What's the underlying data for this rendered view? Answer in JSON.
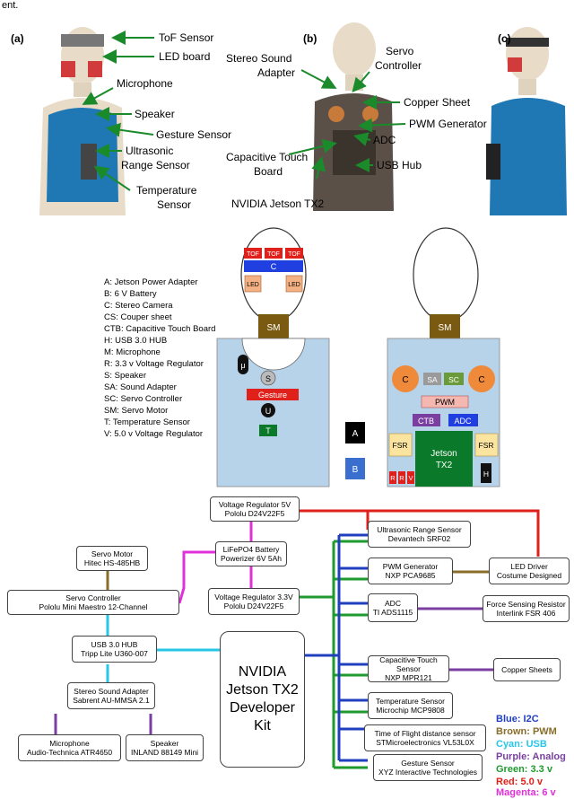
{
  "top_fragment": "ent.",
  "panels": {
    "a": {
      "label": "(a)",
      "labels": [
        "ToF Sensor",
        "LED board",
        "Microphone",
        "Speaker",
        "Gesture Sensor",
        "Ultrasonic",
        "Range Sensor",
        "Temperature",
        "Sensor"
      ]
    },
    "b": {
      "label": "(b)",
      "labels": [
        "Servo",
        "Controller",
        "Stereo Sound",
        "Adapter",
        "Copper Sheet",
        "PWM Generator",
        "ADC",
        "Capacitive Touch",
        "Board",
        "USB Hub",
        "NVIDIA Jetson TX2"
      ]
    },
    "c": {
      "label": "(c)"
    }
  },
  "key": [
    "A: Jetson Power Adapter",
    "B: 6 V Battery",
    "C: Stereo Camera",
    "CS: Couper sheet",
    "CTB: Capacitive Touch Board",
    "H: USB 3.0 HUB",
    "M: Microphone",
    "R: 3.3 v Voltage Regulator",
    "S: Speaker",
    "SA: Sound Adapter",
    "SC: Servo Controller",
    "SM: Servo Motor",
    "T: Temperature Sensor",
    "V: 5.0 v Voltage Regulator"
  ],
  "front_layout": {
    "tof": [
      "TOF",
      "TOF",
      "TOF"
    ],
    "camera": "C",
    "led": [
      "LED",
      "LED"
    ],
    "sm": "SM",
    "mu": "μ",
    "speaker": "S",
    "gesture": "Gesture",
    "ultrasonic": "U",
    "temperature": "T"
  },
  "middle_tags": {
    "a": "A",
    "b": "B"
  },
  "back_layout": {
    "sm": "SM",
    "cam_left": "C",
    "cam_right": "C",
    "sa": "SA",
    "sc": "SC",
    "pwm": "PWM",
    "ctb": "CTB",
    "adc": "ADC",
    "fsr_left": "FSR",
    "fsr_right": "FSR",
    "jetson": [
      "Jetson",
      "TX2"
    ],
    "h": "H",
    "rrv": [
      "R",
      "R",
      "V"
    ]
  },
  "block": {
    "vreg5": [
      "Voltage Regulator 5V",
      "Pololu D24V22F5"
    ],
    "servo_motor": [
      "Servo Motor",
      "Hitec HS-485HB"
    ],
    "battery": [
      "LiFePO4 Battery",
      "Powerizer 6V 5Ah"
    ],
    "servo_ctrl": [
      "Servo Controller",
      "Pololu Mini Maestro 12-Channel"
    ],
    "vreg33": [
      "Voltage Regulator 3.3V",
      "Pololu D24V22F5"
    ],
    "usb_hub": [
      "USB 3.0 HUB",
      "Tripp Lite U360-007"
    ],
    "sound_adapter": [
      "Stereo Sound Adapter",
      "Sabrent AU-MMSA 2.1"
    ],
    "microphone": [
      "Microphone",
      "Audio-Technica ATR4650"
    ],
    "speaker": [
      "Speaker",
      "INLAND 88149 Mini"
    ],
    "jetson": [
      "NVIDIA",
      "Jetson TX2",
      "Developer",
      "Kit"
    ],
    "ultrasonic": [
      "Ultrasonic Range Sensor",
      "Devantech SRF02"
    ],
    "pwm": [
      "PWM Generator",
      "NXP PCA9685"
    ],
    "led_driver": [
      "LED Driver",
      "Costume Designed"
    ],
    "adc": [
      "ADC",
      "TI ADS1115"
    ],
    "fsr": [
      "Force Sensing Resistor",
      "Interlink FSR 406"
    ],
    "cap_touch": [
      "Capacitive Touch Sensor",
      "NXP MPR121"
    ],
    "copper": [
      "Copper Sheets"
    ],
    "temp": [
      "Temperature Sensor",
      "Microchip MCP9808"
    ],
    "tof": [
      "Time of Flight distance sensor",
      "STMicroelectronics VL53L0X"
    ],
    "gesture": [
      "Gesture Sensor",
      "XYZ Interactive Technologies"
    ]
  },
  "legend": [
    {
      "text": "Blue: I2C",
      "color": "#1f3fbf"
    },
    {
      "text": "Brown: PWM",
      "color": "#8a6d2a"
    },
    {
      "text": "Cyan: USB",
      "color": "#27c6e8"
    },
    {
      "text": "Purple: Analog",
      "color": "#7a3fa0"
    },
    {
      "text": "Green: 3.3 v",
      "color": "#1e9a2e"
    },
    {
      "text": "Red: 5.0 v",
      "color": "#e0201a"
    },
    {
      "text": "Magenta: 6 v",
      "color": "#e030d8"
    }
  ],
  "colors": {
    "i2c": "#1f3fbf",
    "pwm": "#8a6d2a",
    "usb": "#27c6e8",
    "analog": "#7a3fa0",
    "v33": "#1e9a2e",
    "v50": "#e0201a",
    "v6": "#e030d8",
    "vest": "#b7d3ea",
    "servo_motor": "#7a5a10",
    "orange": "#ef8a3a",
    "green_block": "#0a7a2a"
  }
}
